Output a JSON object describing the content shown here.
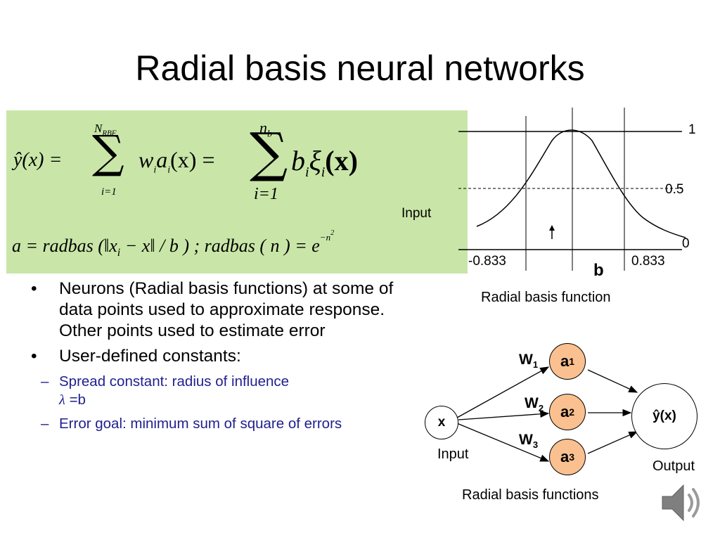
{
  "slide": {
    "title": "Radial basis neural networks",
    "formula": {
      "line1_lhs": "ŷ(x) =",
      "sum1_upper": "N",
      "sum1_upper_sub": "RBF",
      "sum1_lower": "i=1",
      "term1": "w",
      "term1_sub1": "i",
      "term1_var": "a",
      "term1_sub2": "i",
      "term1_arg": "(x) =",
      "sum2_upper": "n",
      "sum2_upper_sub": "b",
      "sum2_lower": "i=1",
      "term2": "b",
      "term2_sub": "i",
      "term2_xi": "ξ",
      "term2_xi_sub": "i",
      "term2_arg": "(x)",
      "line2": "a = radbas (‖x",
      "line2_sub": "i",
      "line2_rest": " − x‖ / b ) ; radbas ( n ) = e",
      "exp": "−n",
      "exp_pow": "2"
    },
    "rbf_plot": {
      "input_label": "Input",
      "y_tick_1": "1",
      "y_tick_05": "0.5",
      "y_tick_0": "0",
      "x_tick_left": "-0.833",
      "x_tick_right": "0.833",
      "b_label": "b",
      "caption": "Radial basis function"
    },
    "bullets": [
      {
        "text": "Neurons (Radial basis functions) at some of data points used to approximate response. Other points used to estimate error"
      },
      {
        "text": "User-defined constants:"
      }
    ],
    "sub_bullets": [
      {
        "text_line1": "Spread constant: radius of influence",
        "text_line2_symbol": "λ",
        "text_line2_rest": " =b"
      },
      {
        "text": "Error goal: minimum sum of square of errors"
      }
    ],
    "network": {
      "input_node": "x",
      "input_label": "Input",
      "w1": "W",
      "w1_sub": "1",
      "w2": "W",
      "w2_sub": "2",
      "w3": "W",
      "w3_sub": "3",
      "a1": "a",
      "a1_sub": "1",
      "a2": "a",
      "a2_sub": "2",
      "a3": "a",
      "a3_sub": "3",
      "output_node": "ŷ(x)",
      "output_label": "Output",
      "caption": "Radial basis functions"
    },
    "colors": {
      "formula_bg": "#c9e6a8",
      "node_fill": "#fac08f",
      "sub_bullet_text": "#1f1f8f"
    },
    "icons": {
      "audio": "speaker-icon"
    }
  }
}
